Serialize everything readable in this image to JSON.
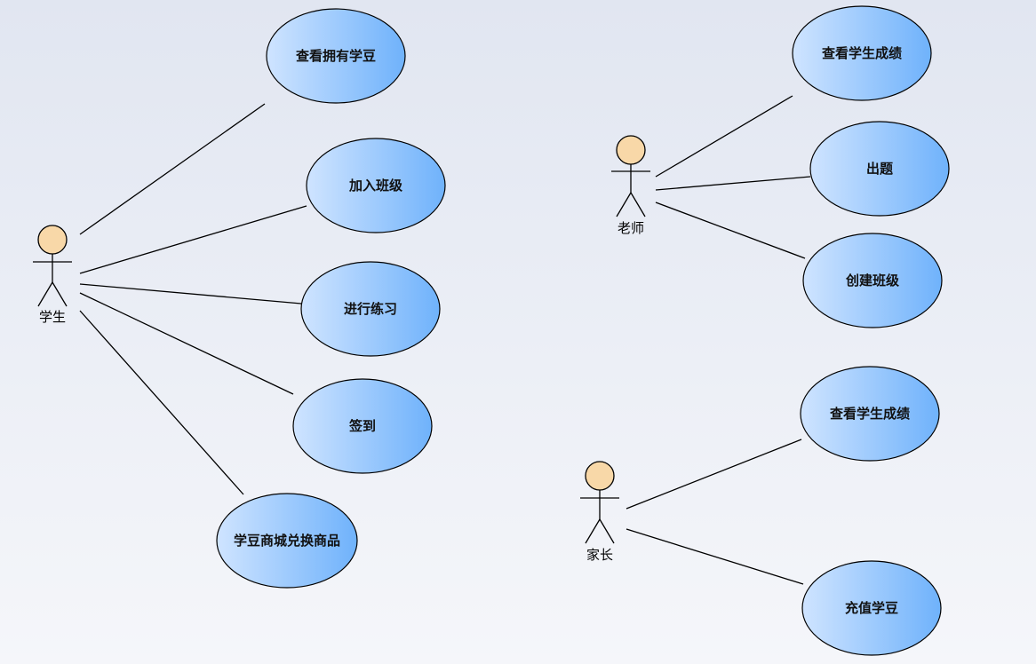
{
  "actors": [
    {
      "id": "student",
      "label": "学生"
    },
    {
      "id": "teacher",
      "label": "老师"
    },
    {
      "id": "parent",
      "label": "家长"
    }
  ],
  "use_cases": [
    {
      "id": "uc1",
      "label": "查看拥有学豆"
    },
    {
      "id": "uc2",
      "label": "加入班级"
    },
    {
      "id": "uc3",
      "label": "进行练习"
    },
    {
      "id": "uc4",
      "label": "签到"
    },
    {
      "id": "uc5",
      "label": "学豆商城兑换商品"
    },
    {
      "id": "uc6",
      "label": "查看学生成绩"
    },
    {
      "id": "uc7",
      "label": "出题"
    },
    {
      "id": "uc8",
      "label": "创建班级"
    },
    {
      "id": "uc9",
      "label": "查看学生成绩"
    },
    {
      "id": "uc10",
      "label": "充值学豆"
    }
  ],
  "associations": [
    {
      "from": "student",
      "to": "uc1"
    },
    {
      "from": "student",
      "to": "uc2"
    },
    {
      "from": "student",
      "to": "uc3"
    },
    {
      "from": "student",
      "to": "uc4"
    },
    {
      "from": "student",
      "to": "uc5"
    },
    {
      "from": "teacher",
      "to": "uc6"
    },
    {
      "from": "teacher",
      "to": "uc7"
    },
    {
      "from": "teacher",
      "to": "uc8"
    },
    {
      "from": "parent",
      "to": "uc9"
    },
    {
      "from": "parent",
      "to": "uc10"
    }
  ],
  "colors": {
    "use_case_fill_light": "#cfe4ff",
    "use_case_fill_dark": "#6fb2fb",
    "actor_head": "#f8d8a8",
    "line": "#000000"
  }
}
